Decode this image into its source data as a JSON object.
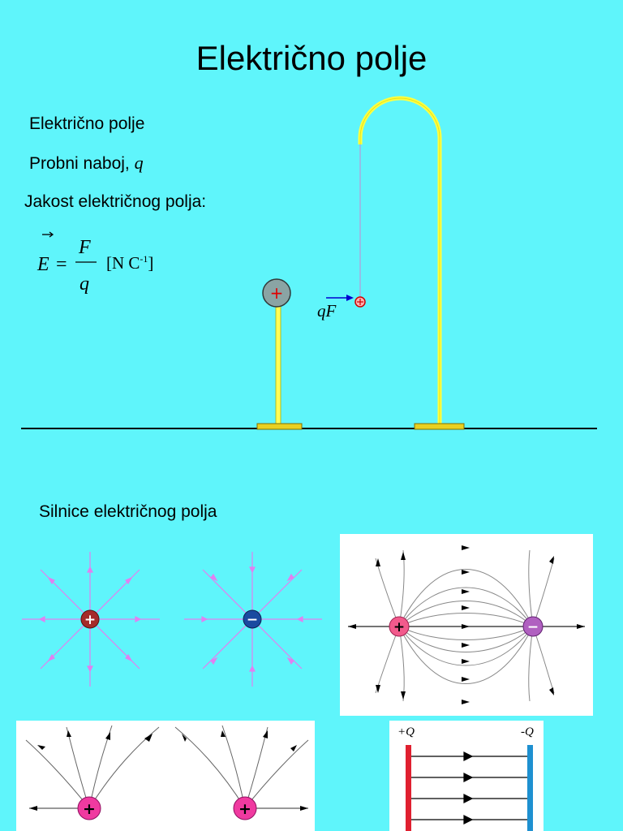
{
  "slide": {
    "title": "Električno polje",
    "bullets": [
      {
        "text": "Električno polje"
      },
      {
        "text": "Probni naboj, ",
        "symbol": "q"
      },
      {
        "text": "Jakost električnog polja:"
      }
    ],
    "formula": {
      "lhs": "E",
      "equals": "=",
      "numerator": "F",
      "denominator": "q",
      "unit_open": "[N C",
      "unit_exp": "-1",
      "unit_close": "]"
    },
    "demo": {
      "force_label_q": "q",
      "force_label_f": "F",
      "charge_sign": "+"
    },
    "section_title": "Silnice električnog polja",
    "diagrams": {
      "single_positive_sign": "+",
      "single_negative_sign": "−",
      "dipole_plus": "+",
      "dipole_minus": "−",
      "like_charges_sign": "+",
      "plate_left_label": "+Q",
      "plate_right_label": "-Q"
    },
    "colors": {
      "background": "#5ff5fb",
      "yellow_stand": "#ffff55",
      "field_line_violet": "#e080f0",
      "positive_charge": "#a52a2a",
      "negative_charge": "#1a4aa0",
      "plate_positive": "#e02030",
      "plate_negative": "#1e90d0"
    }
  }
}
